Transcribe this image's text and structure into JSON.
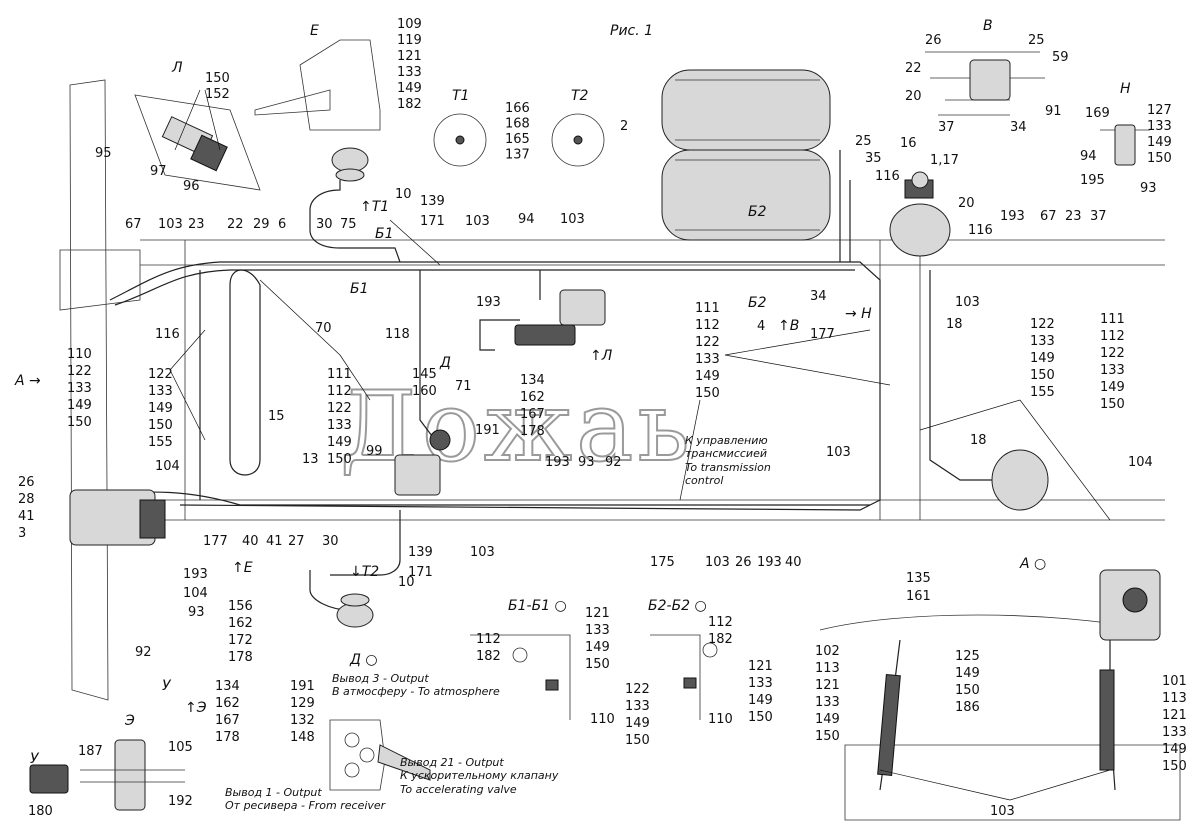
{
  "figure_title": "Рис. 1",
  "watermark": "Дожаь",
  "views": {
    "E": "Е",
    "L": "Л",
    "T1": "Т1",
    "T2": "Т2",
    "V": "В",
    "N": "Н",
    "A": "А",
    "U": "У",
    "EH": "Э",
    "D": "Д",
    "B1": "Б1",
    "B2": "Б2",
    "A_circle": "А ○",
    "D_circle": "Д ○",
    "B1B1": "Б1-Б1 ○",
    "B2B2": "Б2-Б2 ○",
    "arrow_T1": "↑Т1",
    "arrow_T2": "↓Т2",
    "arrow_E": "↑Е",
    "arrow_EH": "↑Э",
    "arrow_L": "↑Л",
    "arrow_V": "↑В",
    "arrow_N": "→ Н",
    "arrow_A": "А →",
    "B1_top": "Б1",
    "B1_mid": "Б1",
    "B2_top": "Б2",
    "B2_mid": "Б2"
  },
  "notes": {
    "transmission_ru_1": "К управлению",
    "transmission_ru_2": "трансмиссией",
    "transmission_en_1": "To transmission",
    "transmission_en_2": "control",
    "out3_ru": "Вывод 3 - Output",
    "out3_en": "В атмосферу - To atmosphere",
    "out21_ru": "Вывод 21 - Output",
    "out21_mid": "К ускорительному клапану",
    "out21_en": "To accelerating valve",
    "out1_ru": "Вывод 1 - Output",
    "out1_en": "От ресивера - From receiver"
  },
  "callouts": {
    "e_stack": [
      "109",
      "119",
      "121",
      "133",
      "149",
      "182"
    ],
    "l_stack": [
      "150",
      "152"
    ],
    "l_95": "95",
    "l_97": "97",
    "l_96": "96",
    "t_stack": [
      "166",
      "168",
      "165",
      "137"
    ],
    "v_26": "26",
    "v_25": "25",
    "v_22": "22",
    "v_59": "59",
    "v_20": "20",
    "v_91": "91",
    "v_37": "37",
    "v_34": "34",
    "n_169": "169",
    "n_94": "94",
    "n_195": "195",
    "n_93": "93",
    "n_stack": [
      "127",
      "133",
      "149",
      "150"
    ],
    "c_2": "2",
    "c_25": "25",
    "c_35": "35",
    "c_16": "16",
    "c_1_17": "1,17",
    "c_116a": "116",
    "c_20": "20",
    "c_116b": "116",
    "c_193": "193",
    "c_67": "67",
    "c_23": "23",
    "c_37": "37",
    "c_10a": "10",
    "c_139a": "139",
    "c_171a": "171",
    "top_row": [
      "67",
      "103",
      "23",
      "22",
      "29",
      "6",
      "30",
      "75"
    ],
    "c_103a": "103",
    "c_94": "94",
    "c_103b": "103",
    "c_116c": "116",
    "c_70": "70",
    "c_118": "118",
    "c_193b": "193",
    "c_4": "4",
    "c_34": "34",
    "c_177a": "177",
    "c_103c": "103",
    "c_18a": "18",
    "mid_stack": [
      "111",
      "112",
      "122",
      "133",
      "149",
      "150"
    ],
    "left_stack": [
      "110",
      "122",
      "133",
      "149",
      "150"
    ],
    "right_stack1": [
      "122",
      "133",
      "149",
      "150",
      "155"
    ],
    "right_stack2": [
      "111",
      "112",
      "122",
      "133",
      "149",
      "150"
    ],
    "left2_stack": [
      "122",
      "133",
      "149",
      "150",
      "155"
    ],
    "c_104a": "104",
    "c_15": "15",
    "center_stack": [
      "111",
      "112",
      "122",
      "133",
      "149",
      "150"
    ],
    "c_145": "145",
    "c_160": "160",
    "c_71": "71",
    "c_99": "99",
    "c_191": "191",
    "l2_stack": [
      "134",
      "162",
      "167",
      "178"
    ],
    "c_103d": "103",
    "c_18b": "18",
    "c_104b": "104",
    "c_13": "13",
    "c_193c": "193",
    "c_93": "93",
    "c_92": "92",
    "left_pair": [
      "26",
      "28",
      "41",
      "3"
    ],
    "c_177b": "177",
    "c_40a": "40",
    "c_41": "41",
    "c_27": "27",
    "c_30": "30",
    "c_139b": "139",
    "c_171b": "171",
    "c_103e": "103",
    "c_10b": "10",
    "bottom_row": [
      "175",
      "103",
      "26",
      "193",
      "40"
    ],
    "c_193d": "193",
    "c_104c": "104",
    "c_93b": "93",
    "c_92b": "92",
    "u_stack": [
      "156",
      "162",
      "172",
      "178"
    ],
    "u2_stack": [
      "134",
      "162",
      "167",
      "178"
    ],
    "d_stack": [
      "191",
      "129",
      "132",
      "148"
    ],
    "b1_112": "112",
    "b1_182": "182",
    "b1_stack": [
      "121",
      "133",
      "149",
      "150"
    ],
    "b1_mid": [
      "122",
      "133",
      "149",
      "150"
    ],
    "b1_110": "110",
    "b2_112": "112",
    "b2_182": "182",
    "b2_stack": [
      "121",
      "133",
      "149",
      "150"
    ],
    "b2_110": "110",
    "a_135": "135",
    "a_161": "161",
    "a_left": [
      "102",
      "113",
      "121",
      "133",
      "149",
      "150"
    ],
    "a_mid": [
      "125",
      "149",
      "150",
      "186"
    ],
    "a_right": [
      "101",
      "113",
      "121",
      "133",
      "149",
      "150"
    ],
    "a_103": "103",
    "eh_187": "187",
    "eh_105": "105",
    "eh_192": "192",
    "eh_180": "180"
  }
}
